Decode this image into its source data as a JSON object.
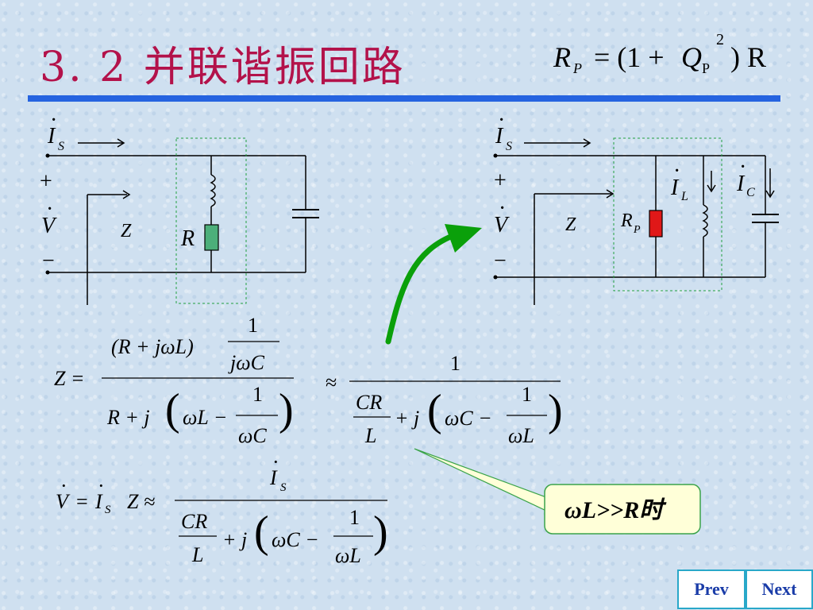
{
  "title": "3. 2 并联谐振回路",
  "title_formula": {
    "lhs": "R",
    "lhs_sub": "P",
    "rhs_open": "= (1 +",
    "q": "Q",
    "q_sub": "P",
    "q_sup": "2",
    "rhs_close": ") R"
  },
  "left_circuit": {
    "is_label": "I",
    "is_sub": "S",
    "plus": "+",
    "v_label": "V",
    "minus": "−",
    "z_label": "Z",
    "r_label": "R"
  },
  "right_circuit": {
    "is_label": "I",
    "is_sub": "S",
    "plus": "+",
    "v_label": "V",
    "minus": "−",
    "z_label": "Z",
    "rp_label": "R",
    "rp_sub": "P",
    "il_label": "I",
    "il_sub": "L",
    "ic_label": "I",
    "ic_sub": "C"
  },
  "formula1": {
    "lhs": "Z =",
    "num_paren": "(R + jωL)",
    "num_frac_num": "1",
    "num_frac_den": "jωC",
    "den_prefix": "R + j",
    "den_inner": "ωL −",
    "den_frac_num": "1",
    "den_frac_den": "ωC",
    "approx": "≈",
    "rhs_num": "1",
    "rhs_cr_num": "CR",
    "rhs_cr_den": "L",
    "rhs_mid": "+ j",
    "rhs_inner": "ωC −",
    "rhs_frac_num": "1",
    "rhs_frac_den": "ωL"
  },
  "formula2": {
    "lhs_v": "V",
    "eq": "=",
    "i": "I",
    "i_sub": "S",
    "z": "Z ≈",
    "num": "I",
    "num_sub": "S",
    "cr_num": "CR",
    "cr_den": "L",
    "mid": "+ j",
    "inner": "ωC −",
    "frac_num": "1",
    "frac_den": "ωL"
  },
  "callout": "ωL>>R时",
  "nav": {
    "prev": "Prev",
    "next": "Next"
  },
  "colors": {
    "title": "#b3124a",
    "rule": "#2563e0",
    "arrow": "#0aa00a",
    "resistor_left": "#4caf7a",
    "resistor_right": "#e01818",
    "callout_bg": "#ffffd8"
  }
}
